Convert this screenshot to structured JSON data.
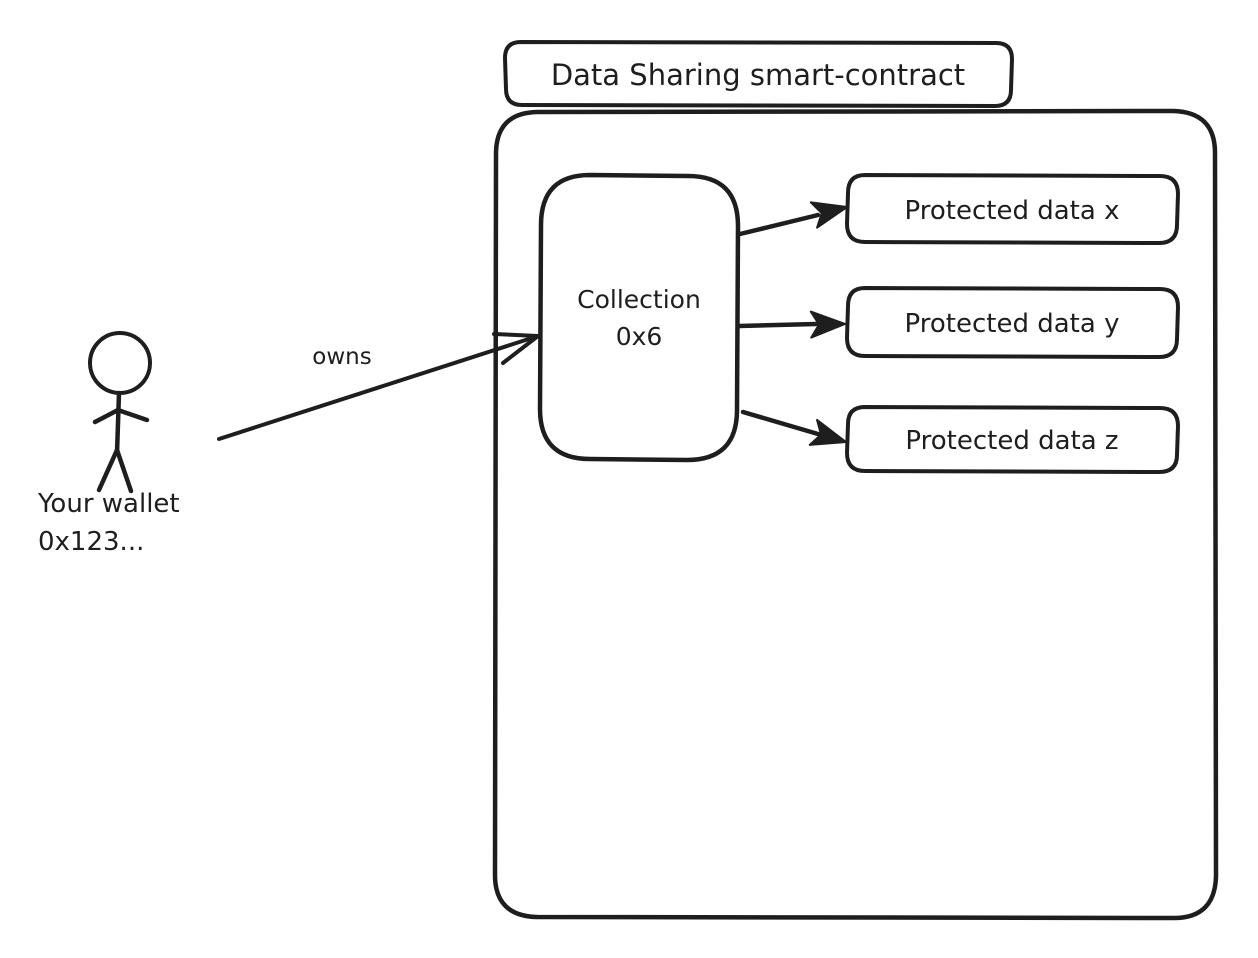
{
  "diagram": {
    "background_color": "#ffffff",
    "stroke_color": "#1e1e1e",
    "title_box": {
      "label": "Data Sharing smart-contract"
    },
    "actor": {
      "name": "Your wallet",
      "address": "0x123..."
    },
    "owns_arrow": {
      "label": "owns"
    },
    "collection_box": {
      "name": "Collection",
      "id": "0x6"
    },
    "protected_data_boxes": [
      {
        "label": "Protected data x"
      },
      {
        "label": "Protected data y"
      },
      {
        "label": "Protected data z"
      }
    ]
  }
}
